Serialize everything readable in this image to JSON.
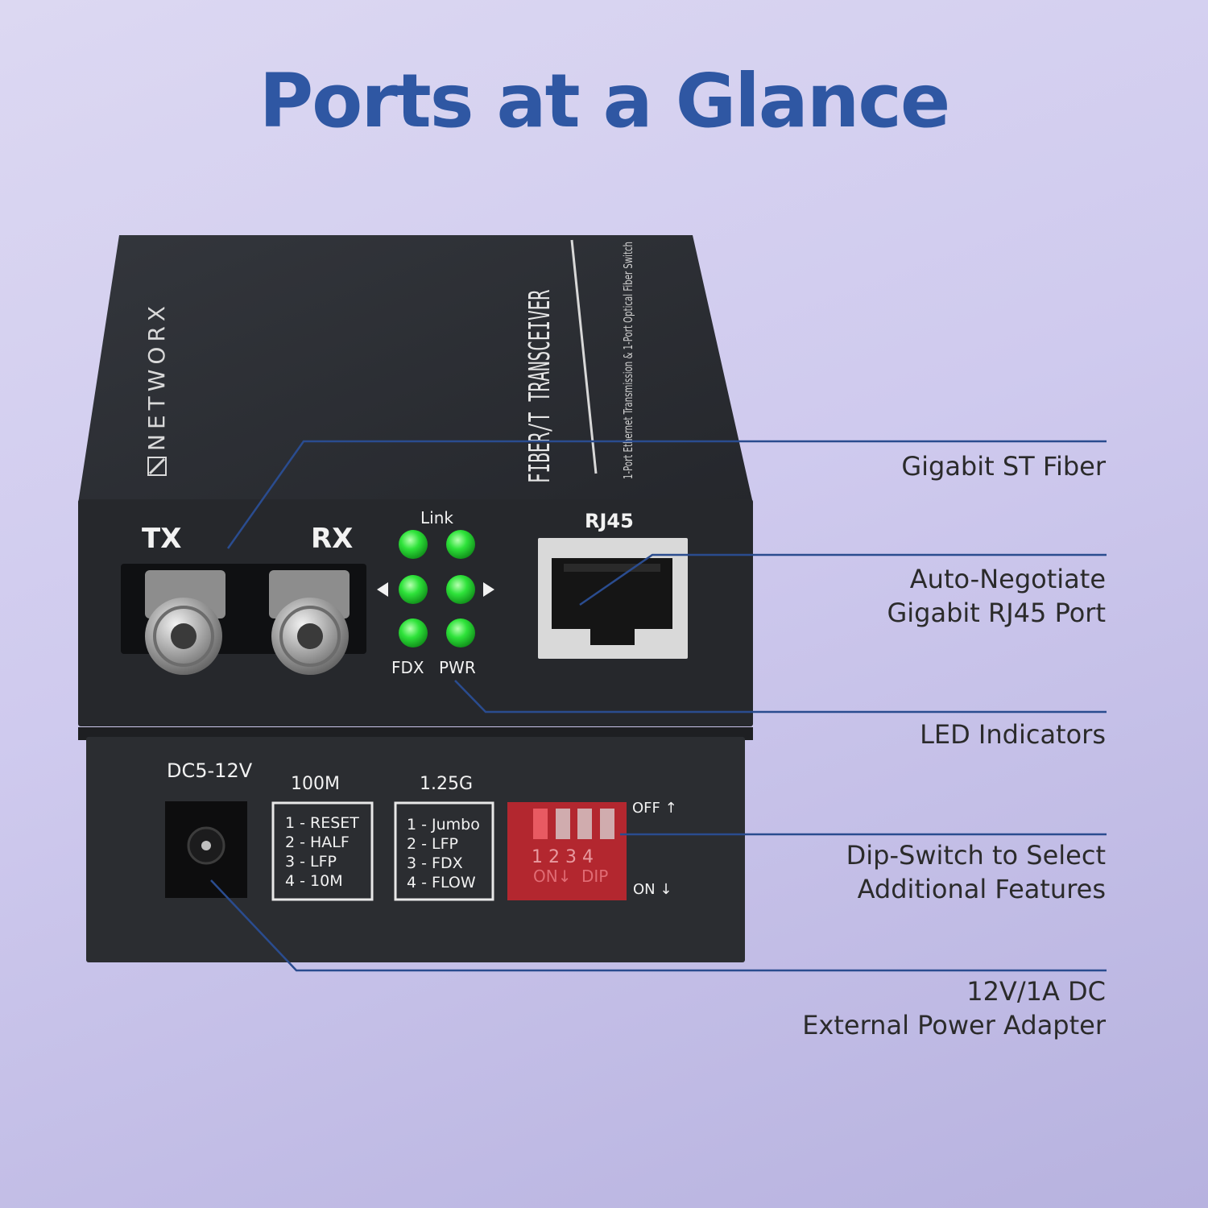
{
  "title": "Ports at a Glance",
  "colors": {
    "title": "#2f57a3",
    "callout_line": "#2a4c8f",
    "device_body": "#2a2c31",
    "led": "#1fd12a",
    "dip_switch": "#b3272f"
  },
  "device": {
    "brand": "NETWORX",
    "top_label": "FIBER/T TRANSCEIVER",
    "top_subtitle": "1-Port Ethernet Transmission & 1-Port Optical Fiber Switch",
    "front": {
      "tx_label": "TX",
      "rx_label": "RX",
      "led_top_label": "Link",
      "led_bottom_left_label": "FDX",
      "led_bottom_right_label": "PWR",
      "rj45_label": "RJ45"
    },
    "rear": {
      "power_label": "DC5-12V",
      "box_100m": {
        "header": "100M",
        "items": [
          "1 - RESET",
          "2 - HALF",
          "3 - LFP",
          "4 - 10M"
        ]
      },
      "box_125g": {
        "header": "1.25G",
        "items": [
          "1 - Jumbo",
          "2 - LFP",
          "3 - FDX",
          "4 - FLOW"
        ]
      },
      "dip_numbers": "1 2 3 4",
      "dip_on_label": "ON↓",
      "dip_label": "DIP",
      "off_label": "OFF ↑",
      "on_label": "ON ↓"
    }
  },
  "callouts": {
    "st_fiber": [
      "Gigabit ST Fiber"
    ],
    "rj45": [
      "Auto-Negotiate",
      "Gigabit RJ45 Port"
    ],
    "led": [
      "LED Indicators"
    ],
    "dip": [
      "Dip-Switch to Select",
      "Additional Features"
    ],
    "power": [
      "12V/1A DC",
      "External Power Adapter"
    ]
  }
}
